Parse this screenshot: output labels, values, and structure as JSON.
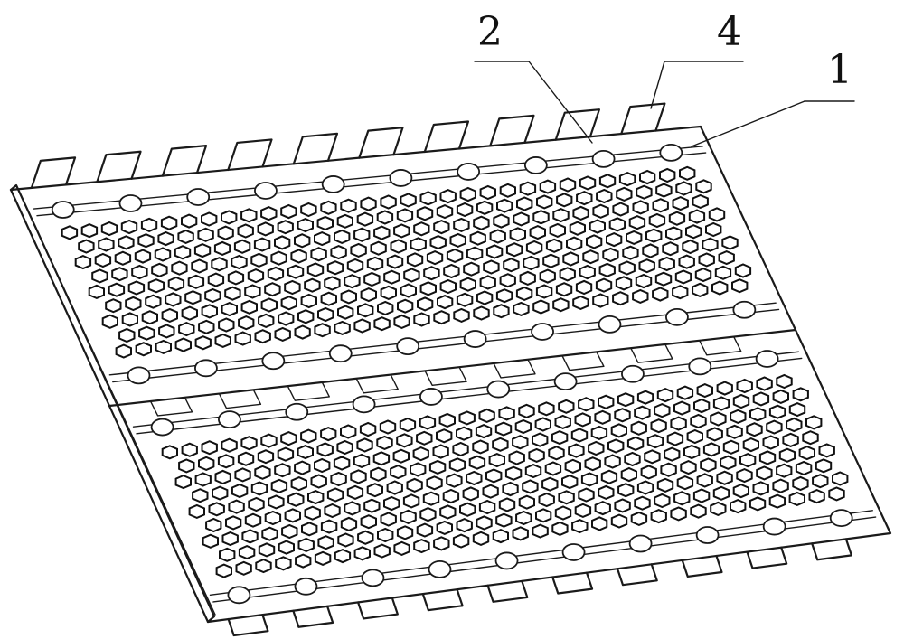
{
  "figure": {
    "labels": [
      {
        "id": "callout-2",
        "text": "2"
      },
      {
        "id": "callout-4",
        "text": "4"
      },
      {
        "id": "callout-1",
        "text": "1"
      }
    ]
  }
}
